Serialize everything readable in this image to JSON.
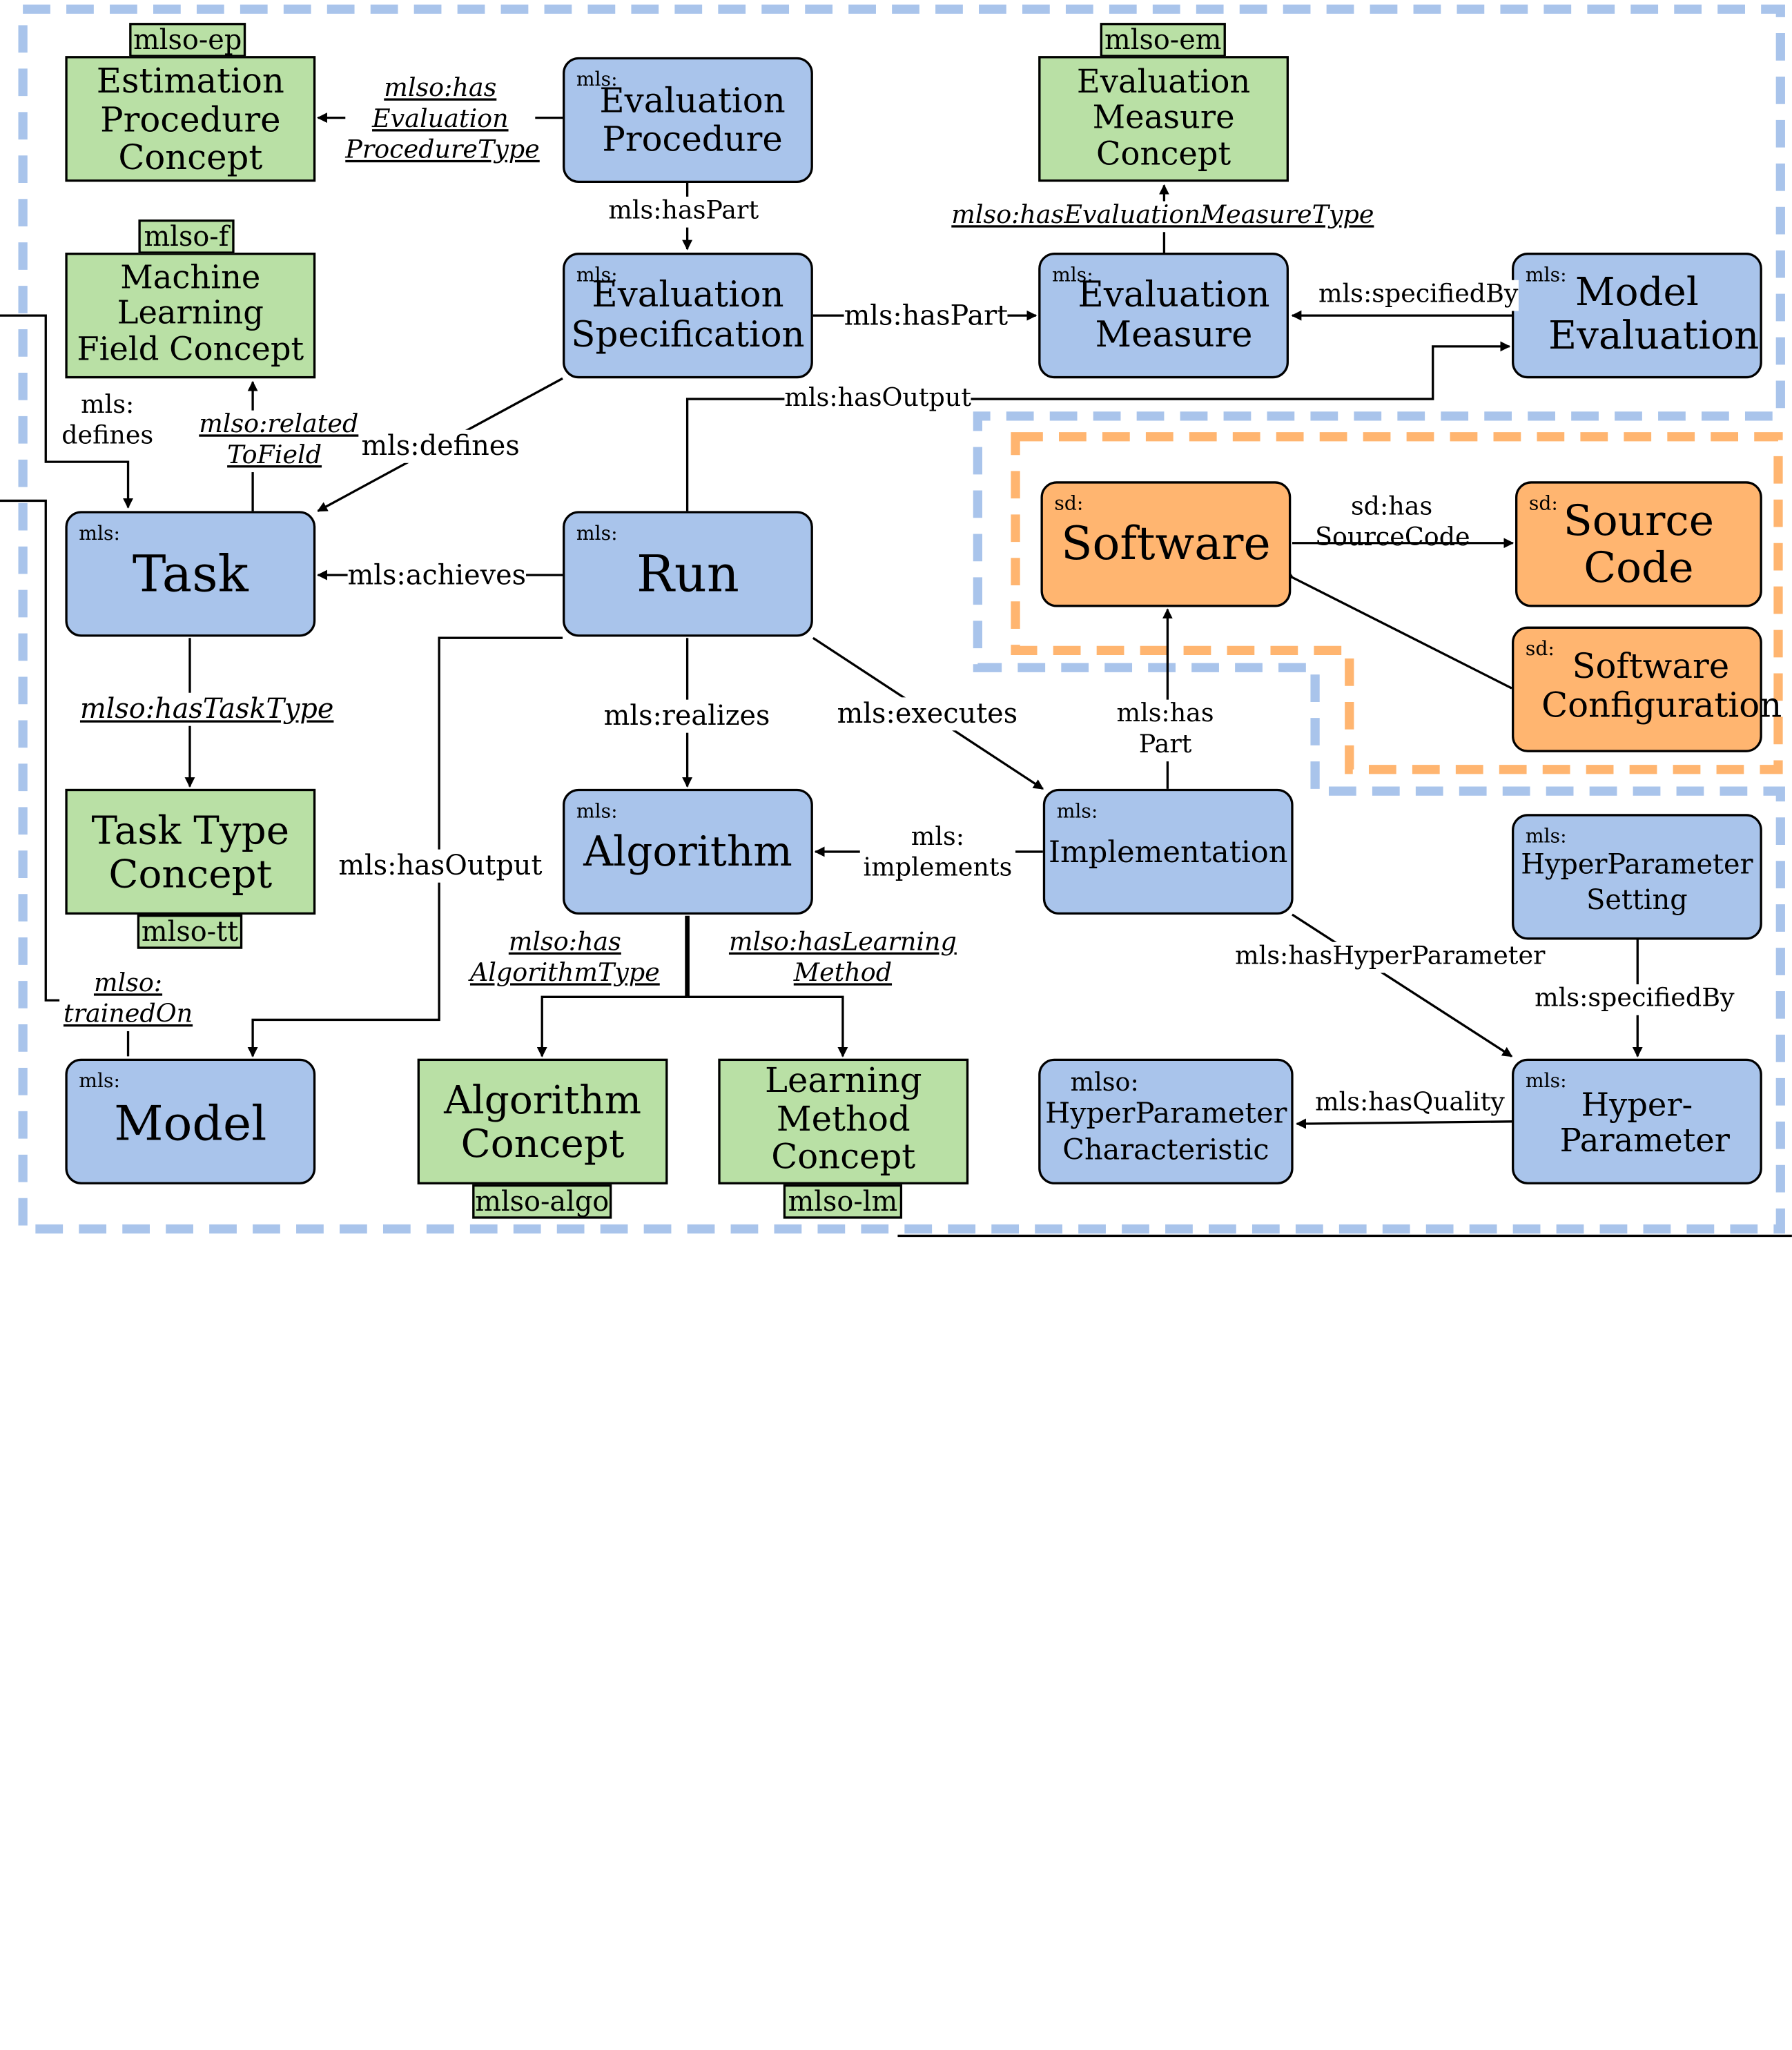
{
  "nodes": {
    "estimation_procedure_concept": {
      "label": "Estimation Procedure Concept",
      "tag": "mlso-ep"
    },
    "evaluation_procedure": {
      "prefix": "mls:",
      "label": "Evaluation Procedure"
    },
    "evaluation_measure_concept": {
      "label": "Evaluation Measure Concept",
      "tag": "mlso-em"
    },
    "ml_field_concept": {
      "label": "Machine Learning Field Concept",
      "tag": "mlso-f"
    },
    "evaluation_specification": {
      "prefix": "mls:",
      "label": "Evaluation Specification"
    },
    "evaluation_measure": {
      "prefix": "mls:",
      "label": "Evaluation Measure"
    },
    "model_evaluation": {
      "prefix": "mls:",
      "label": "Model Evaluation"
    },
    "task": {
      "prefix": "mls:",
      "label": "Task"
    },
    "run": {
      "prefix": "mls:",
      "label": "Run"
    },
    "software": {
      "prefix": "sd:",
      "label": "Software"
    },
    "source_code": {
      "prefix": "sd:",
      "label": "Source Code"
    },
    "software_configuration": {
      "prefix": "sd:",
      "label": "Software Configuration"
    },
    "task_type_concept": {
      "label": "Task Type Concept",
      "tag": "mlso-tt"
    },
    "algorithm": {
      "prefix": "mls:",
      "label": "Algorithm"
    },
    "implementation": {
      "prefix": "mls:",
      "label": "Implementation"
    },
    "hyperparameter_setting": {
      "prefix": "mls:",
      "label": "HyperParameter Setting"
    },
    "model": {
      "prefix": "mls:",
      "label": "Model"
    },
    "algorithm_concept": {
      "label": "Algorithm Concept",
      "tag": "mlso-algo"
    },
    "learning_method_concept": {
      "label": "Learning Method Concept",
      "tag": "mlso-lm"
    },
    "hyperparameter_characteristic": {
      "prefix": "mlso:",
      "label": "HyperParameter Characteristic"
    },
    "hyperparameter": {
      "prefix": "mls:",
      "label": "Hyper-Parameter"
    }
  },
  "edges": {
    "has_evaluation_procedure_type": "mlso:has Evaluation ProcedureType",
    "has_part_1": "mls:hasPart",
    "has_evaluation_measure_type": "mlso:hasEvaluationMeasureType",
    "has_part_2": "mls:hasPart",
    "specified_by_1": "mls:specifiedBy",
    "has_output_1": "mls:hasOutput",
    "defines_left": "mls: defines",
    "related_to_field": "mlso:related ToField",
    "defines_mid": "mls:defines",
    "achieves": "mls:achieves",
    "has_source_code": "sd:has SourceCode",
    "has_task_type": "mlso:hasTaskType",
    "realizes": "mls:realizes",
    "executes": "mls:executes",
    "has_part_3": "mls:has Part",
    "has_output_2": "mls:hasOutput",
    "implements": "mls: implements",
    "trained_on": "mlso: trainedOn",
    "has_algorithm_type": "mlso:has AlgorithmType",
    "has_learning_method": "mlso:hasLearning Method",
    "has_hyperparameter": "mls:hasHyperParameter",
    "specified_by_2": "mls:specifiedBy",
    "has_quality": "mls:hasQuality"
  },
  "colors": {
    "mls_class": "#a9c4eb",
    "sd_class": "#ffb570",
    "mlso_concept": "#b9e0a5",
    "blue_dashed_region": "#a9c4eb",
    "orange_dashed_region": "#ffb570"
  }
}
